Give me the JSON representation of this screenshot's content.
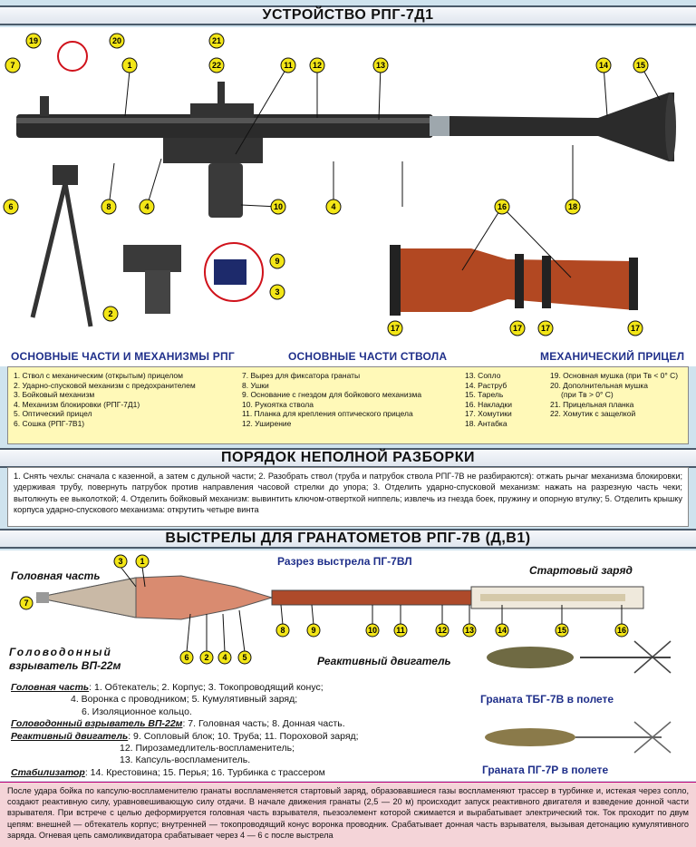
{
  "titles": {
    "device": "УСТРОЙСТВО РПГ-7Д1",
    "disassembly": "ПОРЯДОК НЕПОЛНОЙ РАЗБОРКИ",
    "rounds": "ВЫСТРЕЛЫ ДЛЯ ГРАНАТОМЕТОВ РПГ-7В (Д,В1)"
  },
  "sections": {
    "main_parts": "ОСНОВНЫЕ ЧАСТИ И МЕХАНИЗМЫ РПГ",
    "barrel_parts": "ОСНОВНЫЕ ЧАСТИ СТВОЛА",
    "sight": "МЕХАНИЧЕСКИЙ ПРИЦЕЛ"
  },
  "legend": {
    "col1": [
      "1. Ствол с механическим (открытым) прицелом",
      "2. Ударно-спусковой механизм с предохранителем",
      "3. Бойковый механизм",
      "4. Механизм блокировки (РПГ-7Д1)",
      "5. Оптический прицел",
      "6. Сошка (РПГ-7В1)"
    ],
    "col2": [
      "7. Вырез для фиксатора гранаты",
      "8. Ушки",
      "9. Основание с гнездом для бойкового механизма",
      "10. Рукоятка ствола",
      "11. Планка для крепления оптического прицела",
      "12. Уширение"
    ],
    "col3": [
      "13. Сопло",
      "14. Раструб",
      "15. Тарель",
      "16. Накладки",
      "17. Хомутики",
      "18. Антабка"
    ],
    "col4": [
      "19. Основная мушка (при Тв < 0° С)",
      "20. Дополнительная мушка",
      "(при Тв > 0° С)",
      "21. Прицельная планка",
      "22. Хомутик с защелкой"
    ]
  },
  "disassembly_text": "1. Снять чехлы: сначала с казенной, а затем с дульной части; 2. Разобрать ствол (труба и патрубок ствола РПГ-7В не разбираются): отжать рычаг механизма блокировки; удерживая трубу, повернуть патрубок против направления часовой стрелки до упора; 3. Отделить ударно-спусковой механизм: нажать на разрезную часть чеки; вытолкнуть ее выколоткой; 4. Отделить бойковый механизм: вывинтить ключом-отверткой ниппель; извлечь из гнезда боек, пружину и опорную втулку; 5. Отделить крышку корпуса ударно-спускового механизма: открутить четыре винта",
  "diagram": {
    "callouts_top": [
      "19",
      "20",
      "21",
      "22",
      "7",
      "1",
      "11",
      "12",
      "13",
      "14",
      "15",
      "8",
      "4",
      "4",
      "18",
      "6",
      "10",
      "16",
      "9",
      "2",
      "3",
      "17",
      "17",
      "17",
      "17"
    ]
  },
  "rounds": {
    "warhead_label": "Головная часть",
    "cutaway_label": "Разрез выстрела ПГ-7ВЛ",
    "start_charge_label": "Стартовый заряд",
    "fuze_label_1": "Головодонный",
    "fuze_label_2": "взрыватель ВП-22м",
    "motor_label": "Реактивный двигатель",
    "tbg_label": "Граната ТБГ-7В в полете",
    "pg_label": "Граната ПГ-7Р в полете",
    "callouts": [
      "3",
      "1",
      "7",
      "6",
      "2",
      "4",
      "5",
      "8",
      "9",
      "10",
      "11",
      "12",
      "13",
      "14",
      "15",
      "16"
    ]
  },
  "description": {
    "head_key": "Головная часть",
    "head_text": ": 1. Обтекатель; 2. Корпус; 3. Токопроводящий конус;",
    "head_text2": "4. Воронка с проводником; 5. Кумулятивный заряд;",
    "head_text3": "6. Изоляционное кольцо.",
    "fuze_key": "Головодонный взрыватель ВП-22м",
    "fuze_text": ": 7. Головная часть; 8. Донная часть.",
    "motor_key": "Реактивный двигатель",
    "motor_text": ": 9. Сопловый блок; 10. Труба; 11. Пороховой заряд;",
    "motor_text2": "12. Пирозамедлитель-воспламенитель;",
    "motor_text3": "13. Капсуль-воспламенитель.",
    "stab_key": "Стабилизатор",
    "stab_text": ": 14. Крестовина; 15. Перья; 16. Турбинка с трассером"
  },
  "footer_text": "После удара бойка по капсулю-воспламенителю гранаты воспламеняется стартовый заряд, образовавшиеся газы воспламеняют трассер в турбинке и, истекая через сопло, создают реактивную силу, уравновешивающую силу отдачи. В начале движения гранаты (2,5 — 20 м) происходит запуск реактивного двигателя и взведение донной части взрывателя. При встрече с целью деформируется головная часть взрывателя, пьезоэлемент которой сжимается и вырабатывает электрический ток. Ток проходит по двум цепям: внешней — обтекатель корпус; внутренней — токопроводящий конус воронка проводник. Срабатывает донная часть взрывателя, вызывая детонацию кумулятивного заряда. Огневая цепь самоликвидатора срабатывает через 4 — 6 с после выстрела",
  "colors": {
    "background": "#cfe3ee",
    "legend_bg": "#fff9b8",
    "callout_circle": "#f3e617",
    "section_blue": "#1f2f8a",
    "footer_bg": "#f4d4d8",
    "cover_red": "#b24822"
  }
}
